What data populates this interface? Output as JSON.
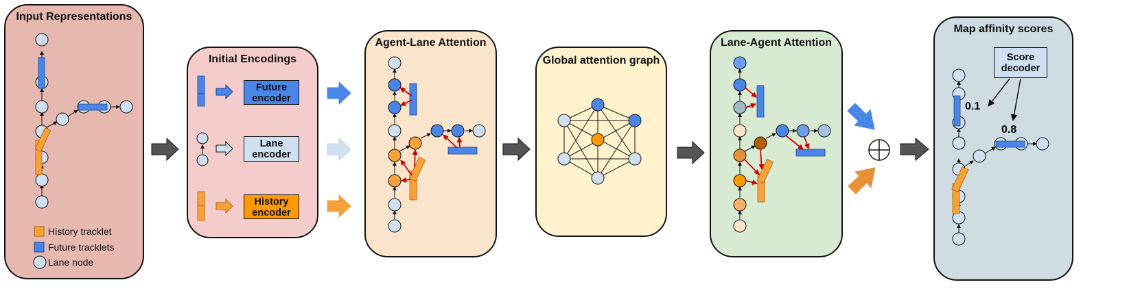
{
  "panels": {
    "input": {
      "title": "Input Representations"
    },
    "initial": {
      "title": "Initial Encodings"
    },
    "agent_lane": {
      "title": "Agent-Lane Attention"
    },
    "global": {
      "title": "Global attention graph"
    },
    "lane_agent": {
      "title": "Lane-Agent Attention"
    },
    "affinity": {
      "title": "Map affinity scores"
    }
  },
  "encoders": {
    "future": {
      "label_line1": "Future",
      "label_line2": "encoder"
    },
    "lane": {
      "label_line1": "Lane",
      "label_line2": "encoder"
    },
    "history": {
      "label_line1": "History",
      "label_line2": "encoder"
    }
  },
  "legend": {
    "history": "History tracklet",
    "future": "Future tracklets",
    "lane": "Lane node"
  },
  "score_decoder": {
    "label_line1": "Score",
    "label_line2": "decoder"
  },
  "scores": {
    "left": "0.1",
    "right": "0.8"
  },
  "colors": {
    "input_bg": "#e6b8b0",
    "initial_bg": "#f4cccc",
    "agent_lane_bg": "#fbe4cc",
    "global_bg": "#fff2cc",
    "lane_agent_bg": "#d9ead3",
    "affinity_bg": "#cfdde2",
    "lane_node": "#d0e0f0",
    "future_blue": "#4a86e8",
    "history_orange": "#f6a23a",
    "attention_red": "#cc0000",
    "block_arrow": "#555555"
  }
}
